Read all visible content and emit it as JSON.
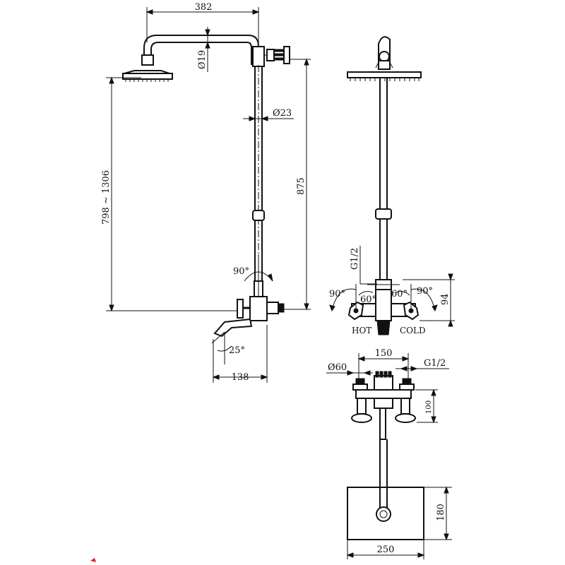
{
  "side_view": {
    "arm_length": "382",
    "arm_diameter": "Ø19",
    "riser_diameter": "Ø23",
    "height_range": "798 ~ 1306",
    "riser_height": "875",
    "diverter_angle": "90°",
    "spout_angle": "25°",
    "spout_projection": "138"
  },
  "front_view": {
    "inlet_thread": "G1/2",
    "left_handle_rotation": "90°",
    "left_handle_angle": "60°",
    "right_handle_angle": "60°",
    "right_handle_rotation": "90°",
    "mixer_height": "94",
    "hot_label": "HOT",
    "cold_label": "COLD"
  },
  "top_view": {
    "inlet_spacing": "150",
    "flange_diameter": "Ø60",
    "inlet_thread": "G1/2",
    "depth": "100"
  },
  "base_plate": {
    "height": "180",
    "width": "250"
  }
}
